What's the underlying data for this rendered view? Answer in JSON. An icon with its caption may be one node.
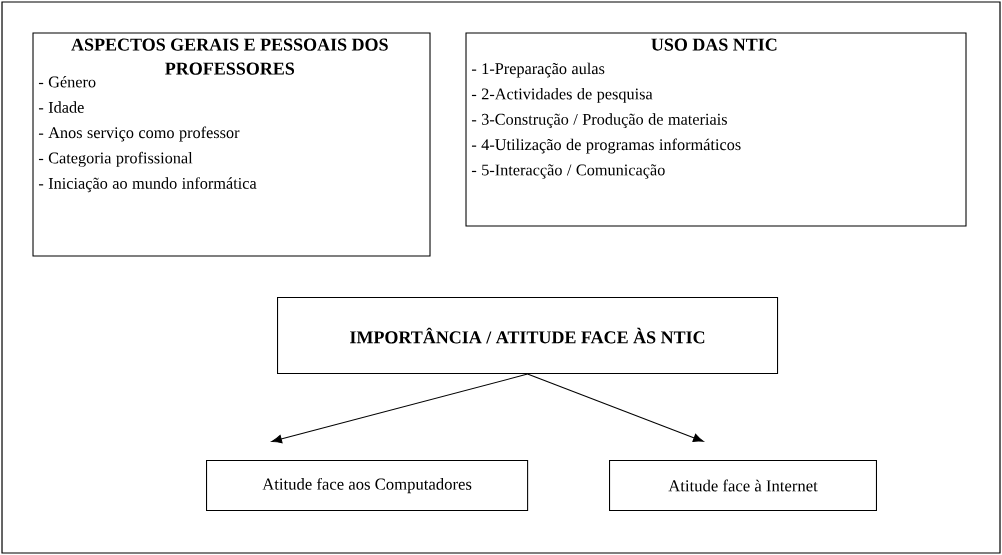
{
  "diagram": {
    "nodes": [
      {
        "text": [
          "ASPECTOS GERAIS E PESSOAIS DOS PROFESSORES",
          "- Género",
          "- Idade",
          "- Anos serviço como professor",
          "- Categoria profissional",
          "- Iniciação ao mundo informática"
        ]
      },
      {
        "text": [
          "USO DAS NTIC",
          "- 1-Preparação aulas",
          "- 2-Actividades de pesquisa",
          "- 3-Construção / Produção de materiais",
          "- 4-Utilização de programas informáticos",
          "- 5-Interacção / Comunicação"
        ]
      },
      {
        "text": [
          "IMPORTÂNCIA / ATITUDE FACE ÀS NTIC"
        ]
      },
      {
        "text": [
          "Atitude face aos Computadores"
        ]
      },
      {
        "text": [
          "Atitude face à Internet"
        ]
      }
    ],
    "edges": [
      {
        "from": 2,
        "to": 3,
        "arrow": "to"
      },
      {
        "from": 2,
        "to": 4,
        "arrow": "to"
      }
    ]
  }
}
